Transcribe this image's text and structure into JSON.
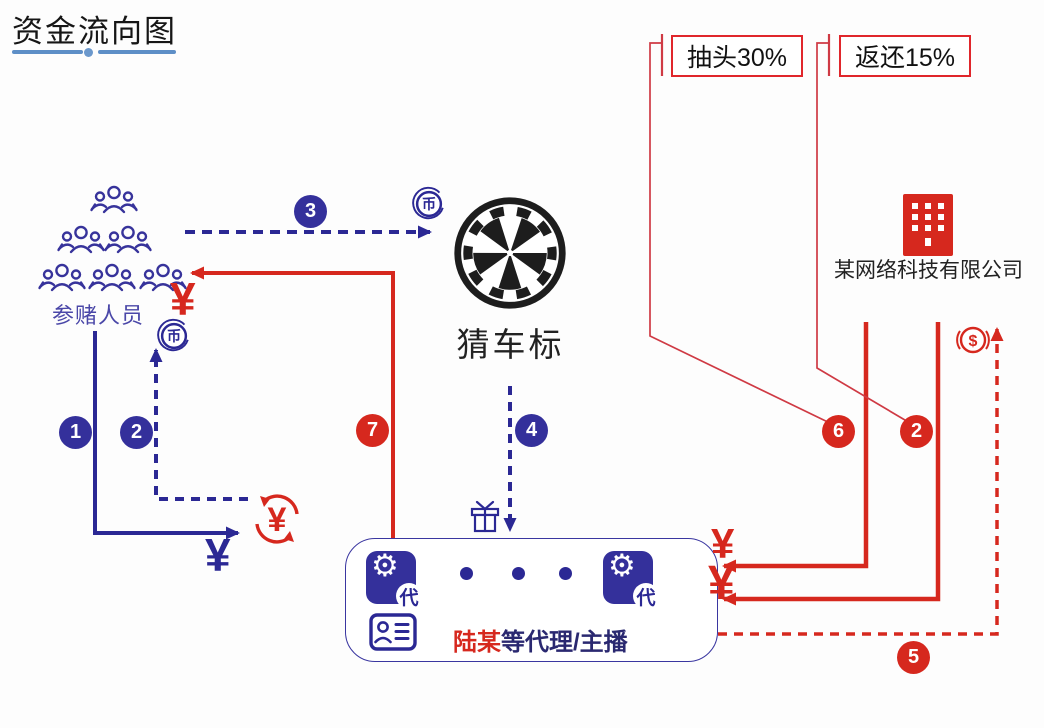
{
  "title": "资金流向图",
  "callouts": {
    "rake": "抽头30%",
    "rebate": "返还15%"
  },
  "nodes": {
    "gamblers": "参赌人员",
    "game": "猜车标",
    "company": "某网络科技有限公司",
    "agent_name": "陆某",
    "agent_rest": "等代理/主播"
  },
  "steps": {
    "s1": "1",
    "s2_left": "2",
    "s3": "3",
    "s4": "4",
    "s5": "5",
    "s6": "6",
    "s7": "7",
    "s2_right": "2"
  },
  "symbols": {
    "yuan": "¥",
    "coin": "币",
    "dollar": "$",
    "agent_badge": "代",
    "dot": "•",
    "gear": "⚙"
  },
  "colors": {
    "indigo": "#34309b",
    "red": "#d6281e",
    "callout_line": "#cf3a44",
    "underline_blue": "#5e8fc7",
    "gambler_label": "#4a47a8"
  }
}
